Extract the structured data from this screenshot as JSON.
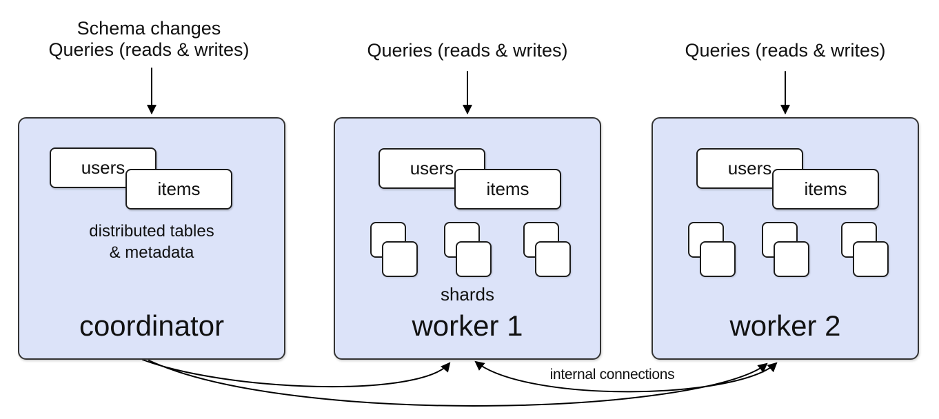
{
  "colors": {
    "background": "#ffffff",
    "node_fill": "#dce3f9",
    "node_border": "#333333",
    "card_fill": "#ffffff",
    "card_border": "#1c1c1c",
    "text": "#111111",
    "arrow": "#000000"
  },
  "top_labels": {
    "coordinator": {
      "line1": "Schema changes",
      "line2": "Queries (reads & writes)"
    },
    "worker1": {
      "line1": "Queries (reads & writes)"
    },
    "worker2": {
      "line1": "Queries (reads & writes)"
    }
  },
  "nodes": {
    "coordinator": {
      "title": "coordinator",
      "tables": {
        "users": "users",
        "items": "items"
      },
      "caption": {
        "line1": "distributed tables",
        "line2": "& metadata"
      }
    },
    "worker1": {
      "title": "worker 1",
      "tables": {
        "users": "users",
        "items": "items"
      },
      "shards_label": "shards",
      "shard_groups": 3
    },
    "worker2": {
      "title": "worker 2",
      "tables": {
        "users": "users",
        "items": "items"
      },
      "shard_groups": 3
    }
  },
  "annotations": {
    "internal_connections": "internal connections"
  }
}
